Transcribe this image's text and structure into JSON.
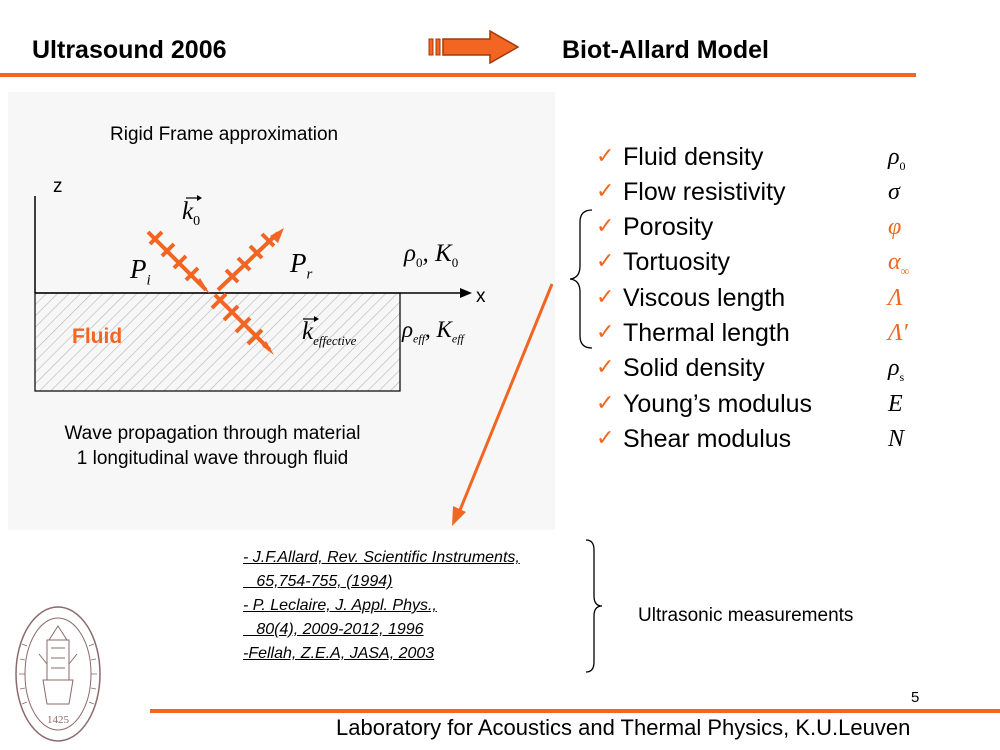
{
  "header": {
    "left_title": "Ultrasound 2006",
    "right_title": "Biot-Allard Model",
    "accent_color": "#f26522",
    "arrow_icon": "right-arrow-icon"
  },
  "diagram": {
    "caption": "Rigid Frame approximation",
    "z_label": "z",
    "x_label": "x",
    "k0_main": "k",
    "k0_sub": "0",
    "pi_main": "P",
    "pi_sub": "i",
    "pr_main": "P",
    "pr_sub": "r",
    "upper_props_main": "ρ",
    "upper_props_sub1": "0",
    "upper_props_mid": ", K",
    "upper_props_sub2": "0",
    "fluid_label": "Fluid",
    "keff_main": "k",
    "keff_sub": "effective",
    "lower_props_main": "ρ",
    "lower_props_sub1": "eff",
    "lower_props_mid": ", K",
    "lower_props_sub2": "eff",
    "note_line1": "Wave propagation through material",
    "note_line2": "1 longitudinal wave through fluid"
  },
  "parameters": [
    {
      "label": "Fluid density",
      "symbol": "ρ",
      "sub": "0",
      "color": "#000000"
    },
    {
      "label": "Flow resistivity",
      "symbol": "σ",
      "sub": "",
      "color": "#000000"
    },
    {
      "label": "Porosity",
      "symbol": "φ",
      "sub": "",
      "color": "#f26522"
    },
    {
      "label": "Tortuosity",
      "symbol": "α",
      "sub": "∞",
      "color": "#f26522"
    },
    {
      "label": "Viscous length",
      "symbol": "Λ",
      "sub": "",
      "color": "#f26522"
    },
    {
      "label": "Thermal length",
      "symbol": "Λ′",
      "sub": "",
      "color": "#f26522"
    },
    {
      "label": "Solid density",
      "symbol": "ρ",
      "sub": "s",
      "color": "#000000"
    },
    {
      "label": "Young’s modulus",
      "symbol": "E",
      "sub": "",
      "color": "#000000"
    },
    {
      "label": "Shear modulus",
      "symbol": "N",
      "sub": "",
      "color": "#000000"
    }
  ],
  "check_icon": "check-icon",
  "references": [
    "- J.F.Allard, Rev. Scientific Instruments,",
    "   65,754-755, (1994)",
    "- P. Leclaire, J. Appl. Phys.,",
    "   80(4), 2009-2012, 1996",
    "-Fellah, Z.E.A, JASA, 2003"
  ],
  "references_note": "Ultrasonic measurements",
  "seal_text": "1425",
  "page_number": "5",
  "footer": "Laboratory for Acoustics and Thermal Physics, K.U.Leuven"
}
